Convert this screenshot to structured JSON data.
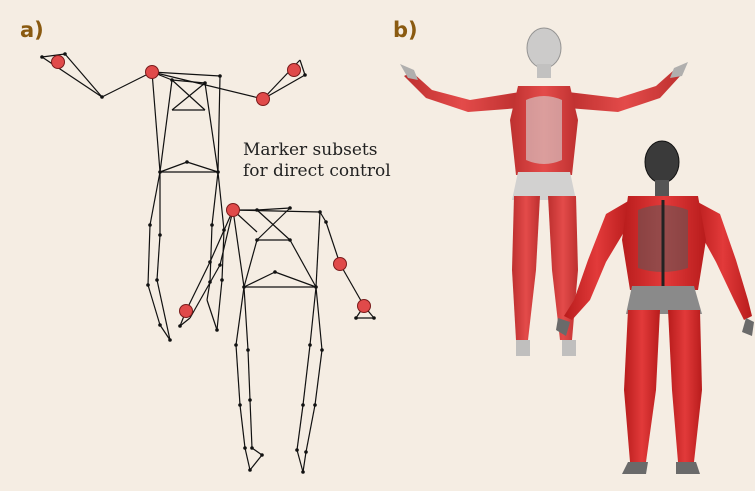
{
  "figure": {
    "panel_a_label": "a)",
    "panel_b_label": "b)",
    "annotation_line1": "Marker subsets",
    "annotation_line2": "for direct control"
  },
  "colors": {
    "background": "#f5ede3",
    "label": "#8a5a10",
    "marker": "#e04a4a",
    "skeleton_line": "#111111",
    "muscle": "#d22b2b",
    "bone": "#d9d9d9"
  }
}
